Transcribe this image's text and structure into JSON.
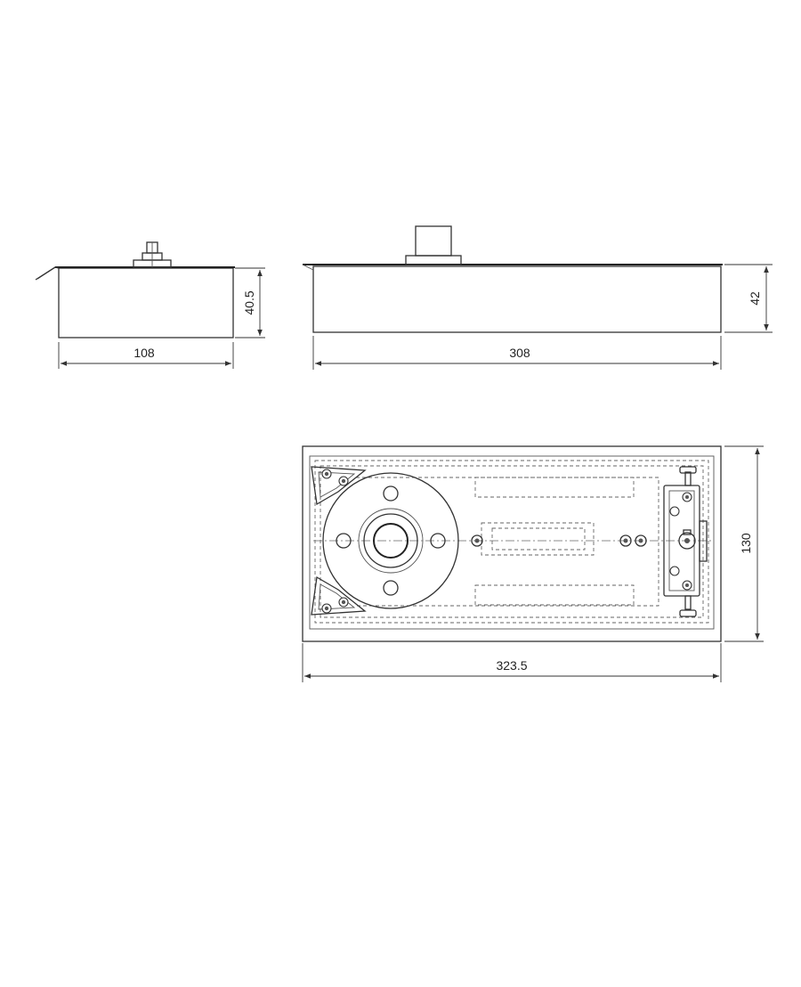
{
  "drawing": {
    "side_view": {
      "width_label": "108",
      "height_label": "40.5"
    },
    "front_view": {
      "length_label": "308",
      "height_label": "42"
    },
    "top_view": {
      "length_label": "323.5",
      "width_label": "130"
    }
  },
  "colors": {
    "line": "#333333",
    "background": "#ffffff"
  }
}
